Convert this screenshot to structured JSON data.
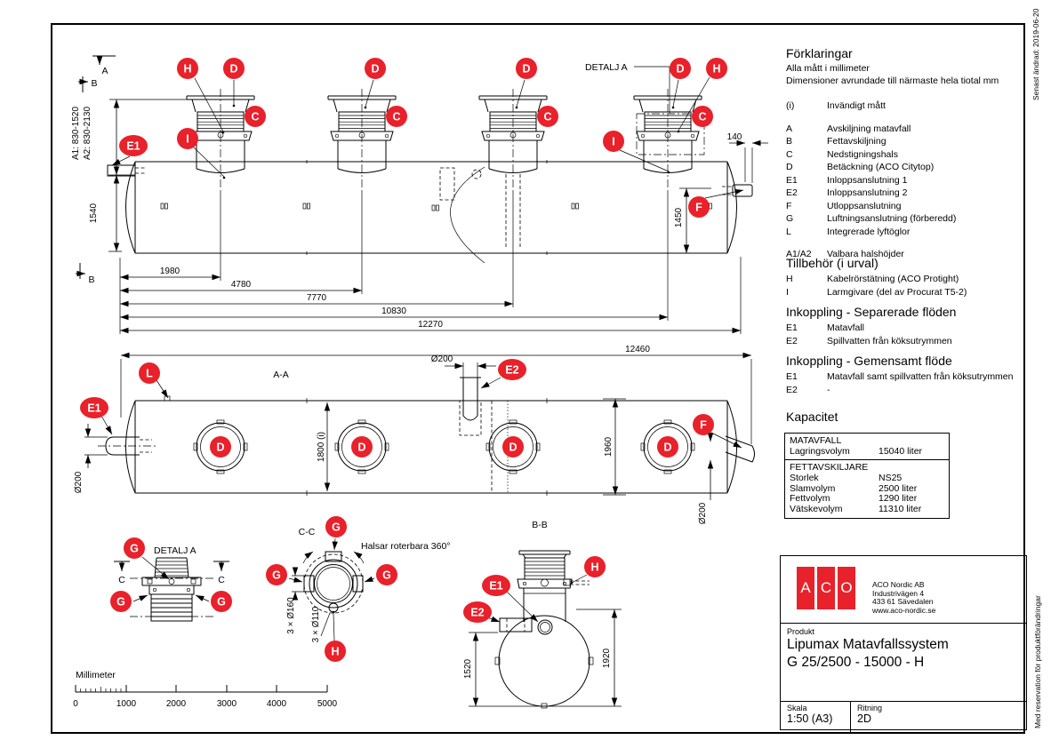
{
  "colors": {
    "accent_red": "#e8212b",
    "line": "#000000"
  },
  "page": {
    "side_note_top": "Senast ändrad: 2019-06-20",
    "side_note_bottom": "Med reservation för produktförändringar"
  },
  "legend": {
    "title": "Förklaringar",
    "note1": "Alla mått i millimeter",
    "note2": "Dimensioner avrundade till närmaste hela tiotal mm",
    "unit": {
      "key": "(i)",
      "label": "Invändigt mått"
    },
    "items": [
      {
        "key": "A",
        "label": "Avskiljning matavfall"
      },
      {
        "key": "B",
        "label": "Fettavskiljning"
      },
      {
        "key": "C",
        "label": "Nedstigningshals"
      },
      {
        "key": "D",
        "label": "Betäckning (ACO Citytop)"
      },
      {
        "key": "E1",
        "label": "Inloppsanslutning 1"
      },
      {
        "key": "E2",
        "label": "Inloppsanslutning 2"
      },
      {
        "key": "F",
        "label": "Utloppsanslutning"
      },
      {
        "key": "G",
        "label": "Luftningsanslutning (förberedd)"
      },
      {
        "key": "L",
        "label": "Integrerade lyftöglor"
      }
    ],
    "heights": {
      "key": "A1/A2",
      "label": "Valbara halshöjder"
    }
  },
  "accessories": {
    "title": "Tillbehör (i urval)",
    "items": [
      {
        "key": "H",
        "label": "Kabelrörstätning (ACO Protight)"
      },
      {
        "key": "I",
        "label": "Larmgivare (del av Procurat T5-2)"
      }
    ]
  },
  "connection_separate": {
    "title": "Inkoppling - Separerade flöden",
    "items": [
      {
        "key": "E1",
        "label": "Matavfall"
      },
      {
        "key": "E2",
        "label": "Spillvatten från köksutrymmen"
      }
    ]
  },
  "connection_common": {
    "title": "Inkoppling - Gemensamt flöde",
    "items": [
      {
        "key": "E1",
        "label": "Matavfall samt spillvatten från köksutrymmen"
      },
      {
        "key": "E2",
        "label": "-"
      }
    ]
  },
  "capacity": {
    "title": "Kapacitet",
    "sections": [
      {
        "header": "MATAVFALL",
        "rows": [
          {
            "label": "Lagringsvolym",
            "value": "15040 liter"
          }
        ]
      },
      {
        "header": "FETTAVSKILJARE",
        "rows": [
          {
            "label": "Storlek",
            "value": "NS25"
          },
          {
            "label": "Slamvolym",
            "value": "2500 liter"
          },
          {
            "label": "Fettvolym",
            "value": "1290 liter"
          },
          {
            "label": "Vätskevolym",
            "value": "11310 liter"
          }
        ]
      }
    ]
  },
  "title_block": {
    "logo_letters": [
      "A",
      "C",
      "O"
    ],
    "company_lines": [
      "ACO Nordic AB",
      "Industrivägen 4",
      "433 61  Sävedalen",
      "www.aco-nordic.se"
    ],
    "product_label": "Produkt",
    "product_line1": "Lipumax Matavfallssystem",
    "product_line2": "G 25/2500 - 15000 - H",
    "scale_label": "Skala",
    "scale_value": "1:50 (A3)",
    "drawing_label": "Ritning",
    "drawing_value": "2D"
  },
  "drawing": {
    "views": {
      "aa": "A-A",
      "bb": "B-B",
      "cc": "C-C",
      "detail": "DETALJ A",
      "sec_a": "A",
      "sec_b": "B",
      "sec_c": "C"
    },
    "markers": {
      "c": "C",
      "d": "D",
      "e1": "E1",
      "e2": "E2",
      "f": "F",
      "g": "G",
      "h": "H",
      "i": "I",
      "l": "L"
    },
    "dims": {
      "a1": "A1: 830-1520",
      "a2": "A2: 830-2130",
      "h1540": "1540",
      "d140": "140",
      "d1450": "1450",
      "c1980": "1980",
      "c4780": "4780",
      "c7770": "7770",
      "c10830": "10830",
      "c12270": "12270",
      "c12460": "12460",
      "o200": "Ø200",
      "i1800": "1800 (i)",
      "d1960": "1960",
      "d1520": "1520",
      "d1920": "1920",
      "r160": "3 × Ø160",
      "r110": "3 × Ø110"
    },
    "notes": {
      "rotatable": "Halsar roterbara 360°"
    },
    "ruler": {
      "title": "Millimeter",
      "ticks": [
        "0",
        "1000",
        "2000",
        "3000",
        "4000",
        "5000"
      ]
    }
  }
}
